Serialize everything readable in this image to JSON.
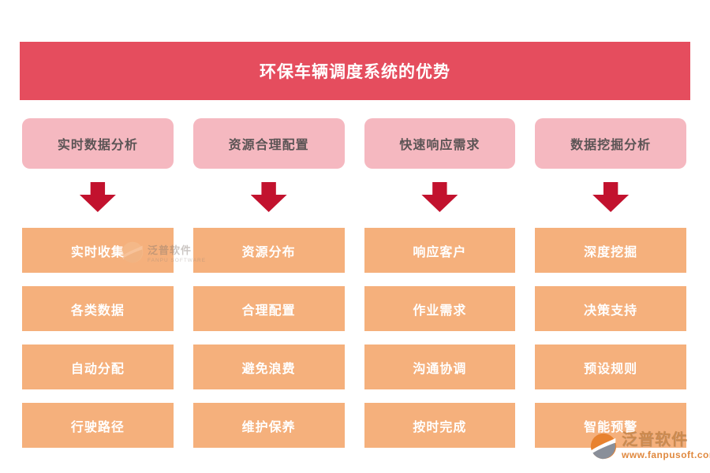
{
  "header": {
    "title": "环保车辆调度系统的优势"
  },
  "columns": [
    {
      "category": "实时数据分析",
      "items": [
        "实时收集",
        "各类数据",
        "自动分配",
        "行驶路径"
      ]
    },
    {
      "category": "资源合理配置",
      "items": [
        "资源分布",
        "合理配置",
        "避免浪费",
        "维护保养"
      ]
    },
    {
      "category": "快速响应需求",
      "items": [
        "响应客户",
        "作业需求",
        "沟通协调",
        "按时完成"
      ]
    },
    {
      "category": "数据挖掘分析",
      "items": [
        "深度挖掘",
        "决策支持",
        "预设规则",
        "智能预警"
      ]
    }
  ],
  "watermarks": {
    "inline": {
      "brand": "泛普软件",
      "subtitle": "FANPU SOFTWARE"
    },
    "footer": {
      "brand": "泛普软件",
      "url": "www.fanpusoft.com"
    }
  },
  "icons": {
    "arrow": "down-arrow-icon",
    "logo": "fanpu-logo-icon"
  },
  "colors": {
    "header_bg": "#E54D5E",
    "header_text": "#FFFFFF",
    "arrow": "#C2122E",
    "category_bg": "#F5B8C0",
    "category_text": "#5B5455",
    "item_bg": "#F5B07C",
    "item_text": "#FFFFFF",
    "watermark_orange": "#E0893F",
    "background": "#FFFFFF"
  }
}
